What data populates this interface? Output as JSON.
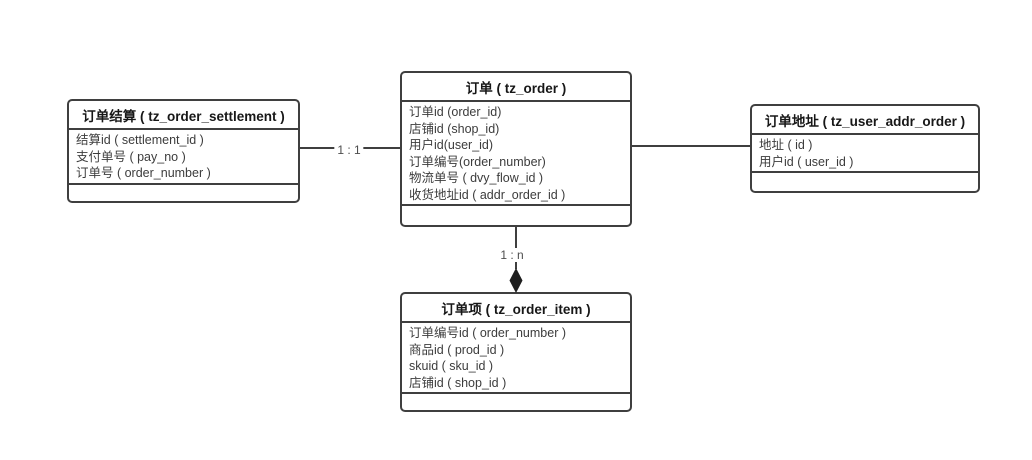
{
  "entities": {
    "settlement": {
      "title": "订单结算 ( tz_order_settlement )",
      "fields": [
        "结算id ( settlement_id )",
        "支付单号 ( pay_no )",
        "订单号 ( order_number )"
      ]
    },
    "order": {
      "title": "订单 ( tz_order )",
      "fields": [
        "订单id (order_id)",
        "店铺id (shop_id)",
        "用户id(user_id)",
        "订单编号(order_number)",
        "物流单号 ( dvy_flow_id )",
        "收货地址id ( addr_order_id )"
      ]
    },
    "addr": {
      "title": "订单地址 ( tz_user_addr_order )",
      "fields": [
        "地址 ( id )",
        "用户id ( user_id )"
      ]
    },
    "item": {
      "title": "订单项 ( tz_order_item )",
      "fields": [
        "订单编号id ( order_number )",
        "商品id ( prod_id )",
        "skuid ( sku_id )",
        "店铺id ( shop_id )"
      ]
    }
  },
  "relations": {
    "settlement_order": {
      "label": "1 : 1"
    },
    "order_item": {
      "label": "1 : n"
    }
  },
  "colors": {
    "background": "#ffffff",
    "border": "#3f3f3f",
    "title_text": "#171717",
    "field_text": "#3c3c3c",
    "label_text": "#4d4d4d",
    "diamond": "#1f1f1f"
  }
}
